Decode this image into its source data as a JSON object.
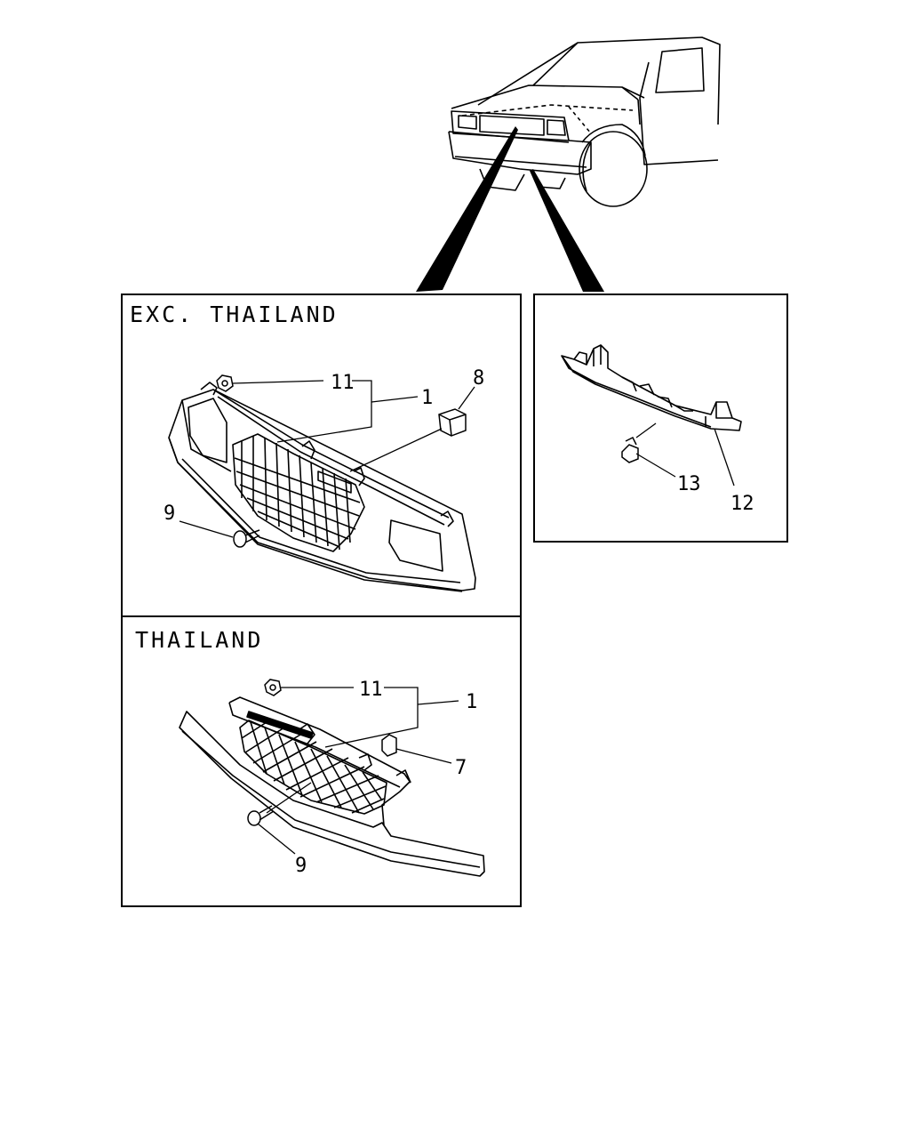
{
  "panels": {
    "exc_thailand": {
      "title": "EXC.  THAILAND",
      "callouts": {
        "c1": "1",
        "c8": "8",
        "c9": "9",
        "c11": "11"
      }
    },
    "thailand": {
      "title": "THAILAND",
      "callouts": {
        "c1": "1",
        "c7": "7",
        "c9": "9",
        "c11": "11"
      }
    },
    "bracket": {
      "callouts": {
        "c12": "12",
        "c13": "13"
      }
    }
  },
  "colors": {
    "line": "#000000",
    "background": "#ffffff"
  }
}
